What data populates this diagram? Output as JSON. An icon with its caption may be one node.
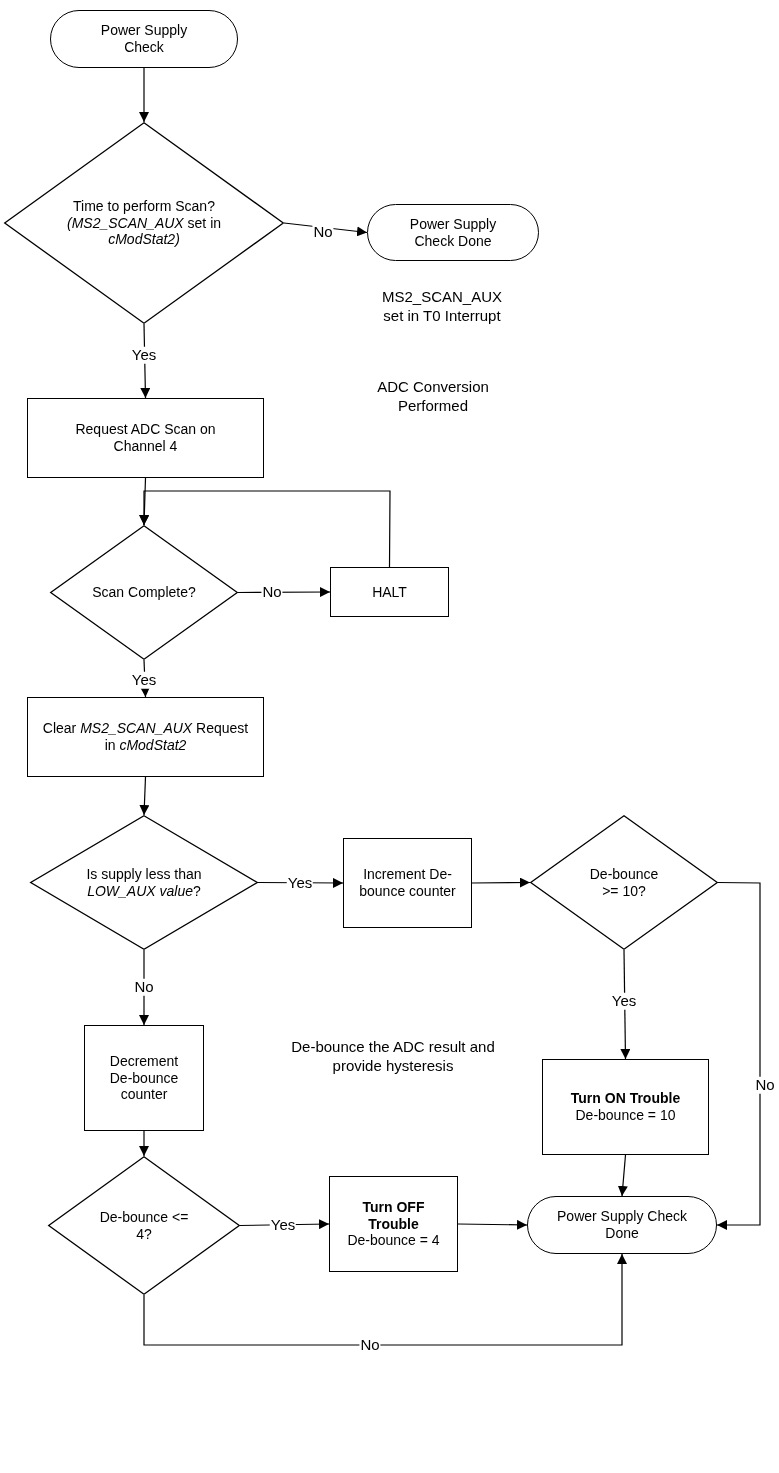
{
  "diagram": {
    "nodes": [
      {
        "text": [
          "Power Supply Check"
        ]
      },
      {
        "text": [
          "Time to perform Scan? *(MS2_SCAN_AUX* set in *cModStat2)*"
        ]
      },
      {
        "text": [
          "Power Supply Check Done"
        ]
      },
      {
        "text": [
          "Request ADC Scan on Channel 4"
        ]
      },
      {
        "text": [
          "Scan Complete?"
        ]
      },
      {
        "text": [
          "HALT"
        ]
      },
      {
        "text": [
          "Clear *MS2_SCAN_AUX* Request in *cModStat2*"
        ]
      },
      {
        "text": [
          "Is supply less than *LOW_AUX value*?"
        ]
      },
      {
        "text": [
          "Increment De-bounce counter"
        ]
      },
      {
        "text": [
          "De-bounce >= 10?"
        ]
      },
      {
        "text": [
          "Decrement De-bounce counter"
        ]
      },
      {
        "text": [
          "Turn ON Trouble",
          "De-bounce = 10"
        ]
      },
      {
        "text": [
          "De-bounce <= 4?"
        ]
      },
      {
        "text": [
          "Turn OFF Trouble",
          "De-bounce = 4"
        ]
      },
      {
        "text": [
          "Power Supply Check Done"
        ]
      }
    ],
    "edges": [
      {
        "from": 0,
        "to": 1,
        "arrow": "to"
      },
      {
        "from": 1,
        "to": 2,
        "arrow": "to",
        "label": "No"
      },
      {
        "from": 1,
        "to": 3,
        "arrow": "to",
        "label": "Yes"
      },
      {
        "from": 3,
        "to": 4,
        "arrow": "to"
      },
      {
        "from": 4,
        "to": 5,
        "arrow": "to",
        "label": "No"
      },
      {
        "from": 5,
        "to": 4,
        "arrow": "to"
      },
      {
        "from": 4,
        "to": 6,
        "arrow": "to",
        "label": "Yes"
      },
      {
        "from": 6,
        "to": 7,
        "arrow": "to"
      },
      {
        "from": 7,
        "to": 8,
        "arrow": "to",
        "label": "Yes"
      },
      {
        "from": 8,
        "to": 9,
        "arrow": "to"
      },
      {
        "from": 9,
        "to": 11,
        "arrow": "to",
        "label": "Yes"
      },
      {
        "from": 9,
        "to": 14,
        "arrow": "to",
        "label": "No"
      },
      {
        "from": 7,
        "to": 10,
        "arrow": "to",
        "label": "No"
      },
      {
        "from": 10,
        "to": 12,
        "arrow": "to"
      },
      {
        "from": 12,
        "to": 13,
        "arrow": "to",
        "label": "Yes"
      },
      {
        "from": 13,
        "to": 14,
        "arrow": "to"
      },
      {
        "from": 11,
        "to": 14,
        "arrow": "to"
      },
      {
        "from": 12,
        "to": 14,
        "arrow": "to",
        "label": "No"
      }
    ],
    "labels": [
      "MS2_SCAN_AUX set in T0 Interrupt",
      "ADC Conversion Performed",
      "De-bounce the ADC result and provide hysteresis"
    ]
  }
}
